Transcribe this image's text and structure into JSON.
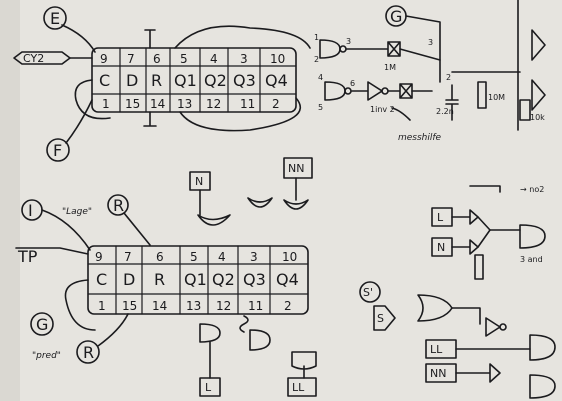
{
  "colors": {
    "paper": "#e6e4df",
    "ink": "#1b1b1e"
  },
  "top": {
    "chip_top_pins": [
      "9",
      "7",
      "6",
      "5",
      "4",
      "3",
      "10"
    ],
    "chip_signals": [
      "C",
      "D",
      "R",
      "Q1",
      "Q2",
      "Q3",
      "Q4"
    ],
    "chip_bottom_pins": [
      "1",
      "15",
      "14",
      "13",
      "12",
      "11",
      "2"
    ],
    "circle_e": "E",
    "circle_f": "F",
    "cy_input": "CY2",
    "circle_g": "G",
    "gate_pins_a": [
      "1",
      "2",
      "3"
    ],
    "gate_pins_b": [
      "4",
      "5",
      "6"
    ],
    "inv_label": "1inv 2",
    "res_labels": [
      "1M",
      "10M"
    ],
    "cap_labels": [
      "2",
      "3",
      "2.2n"
    ],
    "side_label": "10k",
    "messhilfe": "messhilfe"
  },
  "bottom": {
    "chip_top_pins": [
      "9",
      "7",
      "6",
      "5",
      "4",
      "3",
      "10"
    ],
    "chip_signals": [
      "C",
      "D",
      "R",
      "Q1",
      "Q2",
      "Q3",
      "Q4"
    ],
    "chip_bottom_pins": [
      "1",
      "15",
      "14",
      "13",
      "12",
      "11",
      "2"
    ],
    "circle_i": "I",
    "circle_r1": "R",
    "circle_r2": "R",
    "circle_g": "G",
    "tp": "TP",
    "quote_top": "\"Lage\"",
    "quote_bottom": "\"pred\"",
    "box_n": "N",
    "box_nn": "NN",
    "box_l": "L",
    "box_ll": "LL",
    "right_labels": [
      "L",
      "N",
      "LL",
      "NN",
      "S"
    ],
    "right_circle": "S'",
    "and_label": "3 and",
    "arrow_label": "→ no2"
  }
}
